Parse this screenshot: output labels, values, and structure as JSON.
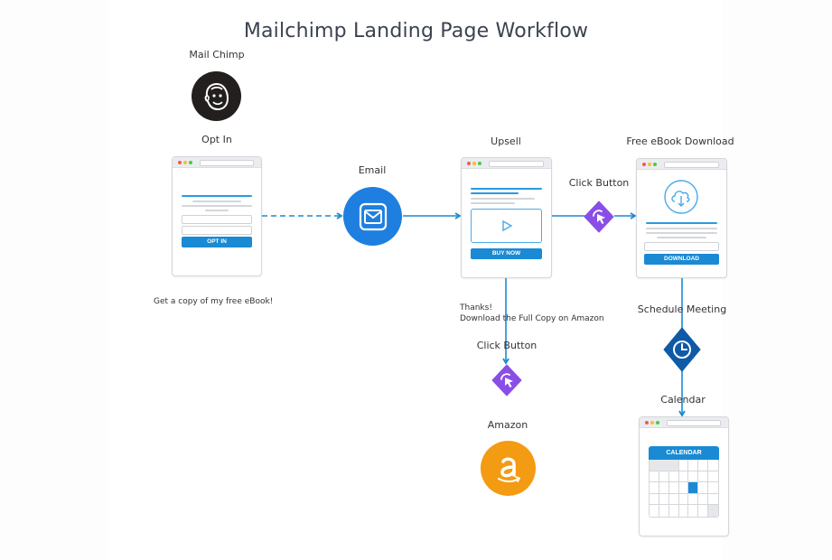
{
  "title": "Mailchimp Landing Page Workflow",
  "colors": {
    "accent_blue": "#1a8ad4",
    "email_blue": "#1e7fe0",
    "click_purple": "#8a4ee6",
    "schedule_navy": "#0e5aa7",
    "amazon_orange": "#f39b12",
    "mailchimp_black": "#231f1e"
  },
  "nodes": {
    "mailchimp": {
      "label": "Mail Chimp",
      "icon": "mailchimp-logo-icon"
    },
    "opt_in": {
      "label": "Opt In",
      "button": "OPT IN",
      "caption": "Get a copy of my free eBook!"
    },
    "email": {
      "label": "Email",
      "icon": "envelope-icon"
    },
    "upsell": {
      "label": "Upsell",
      "button": "BUY NOW",
      "caption_line1": "Thanks!",
      "caption_line2": "Download the Full Copy on Amazon"
    },
    "click_button_1": {
      "label": "Click Button",
      "icon": "cursor-click-icon"
    },
    "free_ebook": {
      "label": "Free eBook Download",
      "button": "DOWNLOAD",
      "icon": "cloud-download-icon"
    },
    "click_button_2": {
      "label": "Click Button",
      "icon": "cursor-click-icon"
    },
    "amazon": {
      "label": "Amazon",
      "icon": "amazon-logo-icon"
    },
    "schedule_meeting": {
      "label": "Schedule Meeting",
      "icon": "clock-icon"
    },
    "calendar": {
      "label": "Calendar",
      "header": "CALENDAR"
    }
  },
  "edges": [
    {
      "from": "opt_in",
      "to": "email",
      "style": "dashed"
    },
    {
      "from": "email",
      "to": "upsell",
      "style": "solid"
    },
    {
      "from": "upsell",
      "to": "click_button_1",
      "style": "solid"
    },
    {
      "from": "click_button_1",
      "to": "free_ebook",
      "style": "solid"
    },
    {
      "from": "upsell",
      "to": "click_button_2",
      "style": "solid"
    },
    {
      "from": "free_ebook",
      "to": "schedule_meeting",
      "style": "solid"
    },
    {
      "from": "schedule_meeting",
      "to": "calendar",
      "style": "solid"
    }
  ]
}
